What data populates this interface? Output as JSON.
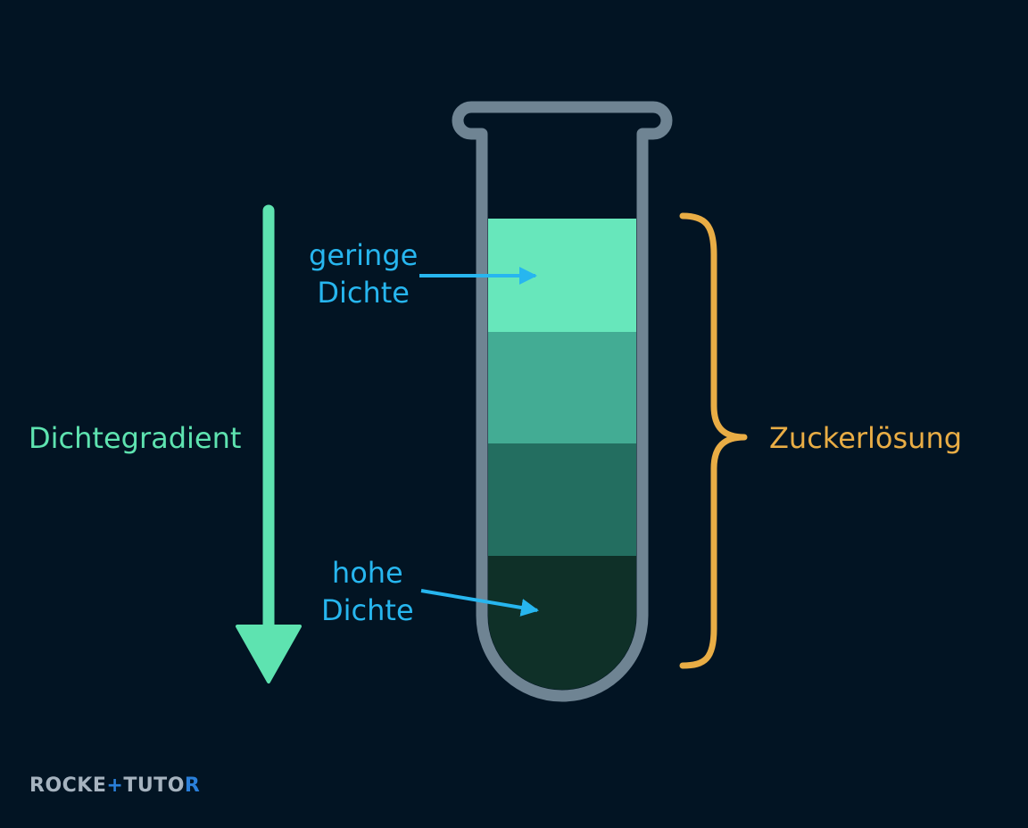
{
  "labels": {
    "gradient": "Dichtegradient",
    "sugar_solution": "Zuckerlösung",
    "low_density_line1": "geringe",
    "low_density_line2": "Dichte",
    "high_density_line1": "hohe",
    "high_density_line2": "Dichte"
  },
  "logo": {
    "part1": "ROCKE",
    "mark": "+",
    "part2": "TUTO",
    "part3": "R"
  },
  "colors": {
    "background": "#021423",
    "tube_outline": "#6f8493",
    "layer_1": "#67e7bb",
    "layer_2": "#43ac94",
    "layer_3": "#236e60",
    "layer_4": "#0f3028",
    "gradient_arrow": "#5ee3b0",
    "brace": "#e9ad45",
    "pointer": "#27b6ef"
  },
  "icons": {
    "tube": "test-tube-icon",
    "gradient_arrow": "down-arrow-icon",
    "brace": "curly-brace-icon",
    "pointer": "pointer-arrow-icon"
  }
}
